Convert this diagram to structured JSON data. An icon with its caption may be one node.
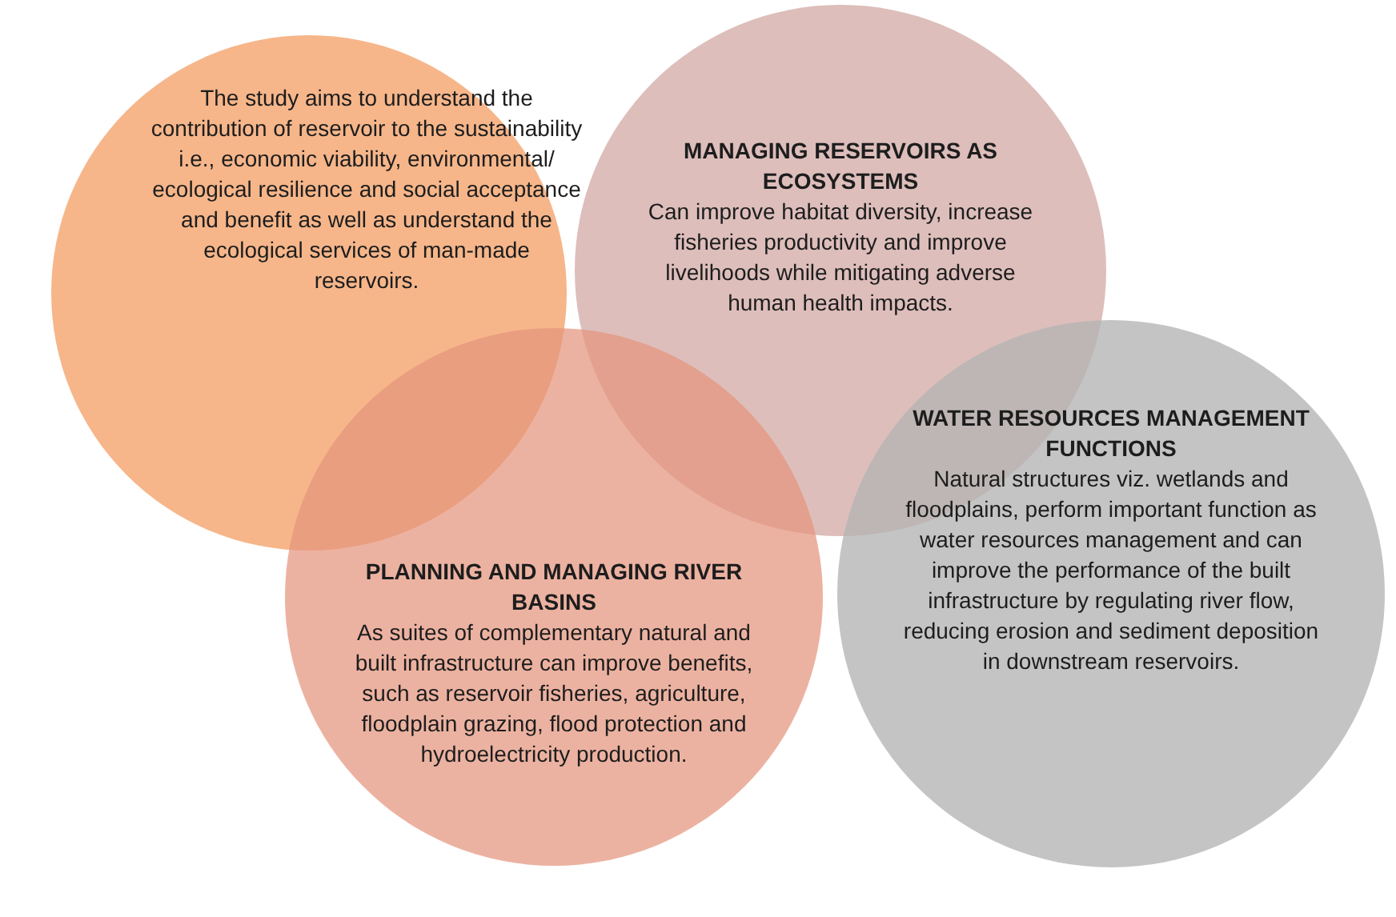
{
  "diagram": {
    "nodes": [
      {
        "text": [
          "The study aims to understand the contribution of reservoir to the sustainability i.e., economic viability, environmental/ ecological resilience and social acceptance and benefit as well as understand the ecological services of man-made reservoirs."
        ]
      },
      {
        "text": [
          "MANAGING RESERVOIRS AS ECOSYSTEMS",
          "Can improve habitat diversity, increase fisheries productivity and improve livelihoods while mitigating adverse human health impacts."
        ]
      },
      {
        "text": [
          "PLANNING AND MANAGING RIVER BASINS",
          "As suites of complementary natural and built infrastructure can improve benefits, such as reservoir fisheries, agriculture, floodplain grazing, flood protection and hydroelectricity production."
        ]
      },
      {
        "text": [
          "WATER RESOURCES MANAGEMENT FUNCTIONS",
          "Natural structures viz. wetlands and floodplains, perform important function as water resources management and can improve the performance of the built infrastructure by regulating river flow, reducing erosion and sediment deposition in downstream reservoirs."
        ]
      }
    ]
  }
}
